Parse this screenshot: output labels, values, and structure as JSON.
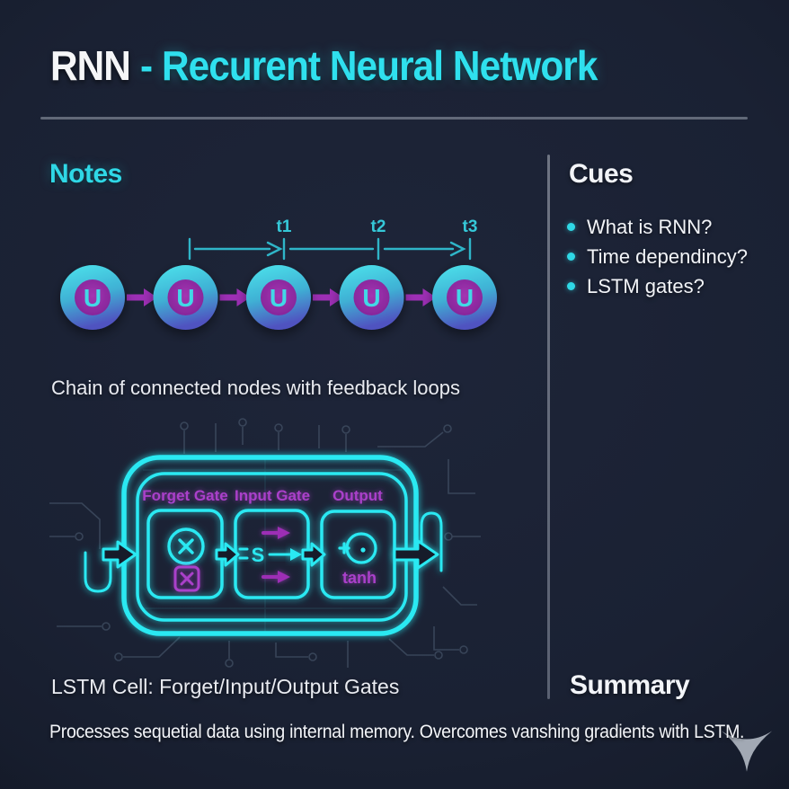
{
  "title": {
    "prefix": "RNN",
    "rest": "- Recurent Neural Network"
  },
  "notes": {
    "heading": "Notes",
    "timeline_labels": [
      "t1",
      "t2",
      "t3"
    ],
    "node_symbol": "U",
    "chain_caption": "Chain of connected nodes with feedback loops",
    "lstm": {
      "gate_labels": [
        "Forget Gate",
        "Input Gate",
        "Output"
      ],
      "sigma_symbol": "S",
      "tanh_label": "tanh",
      "caption": "LSTM Cell: Forget/Input/Output Gates"
    }
  },
  "cues": {
    "heading": "Cues",
    "items": [
      "What is RNN?",
      "Time dependincy?",
      "LSTM gates?"
    ]
  },
  "summary": {
    "heading": "Summary",
    "text": "Processes sequetial data using internal memory. Overcomes vanshing gradients with LSTM."
  },
  "colors": {
    "background": "#1a2133",
    "accent_cyan": "#2fe0ee",
    "cell_cyan": "#2be9f2",
    "accent_magenta": "#aa3fca",
    "arrow_magenta": "#9d2fb5",
    "text_white": "#f2f4f8",
    "divider_gray": "#6e7585"
  }
}
